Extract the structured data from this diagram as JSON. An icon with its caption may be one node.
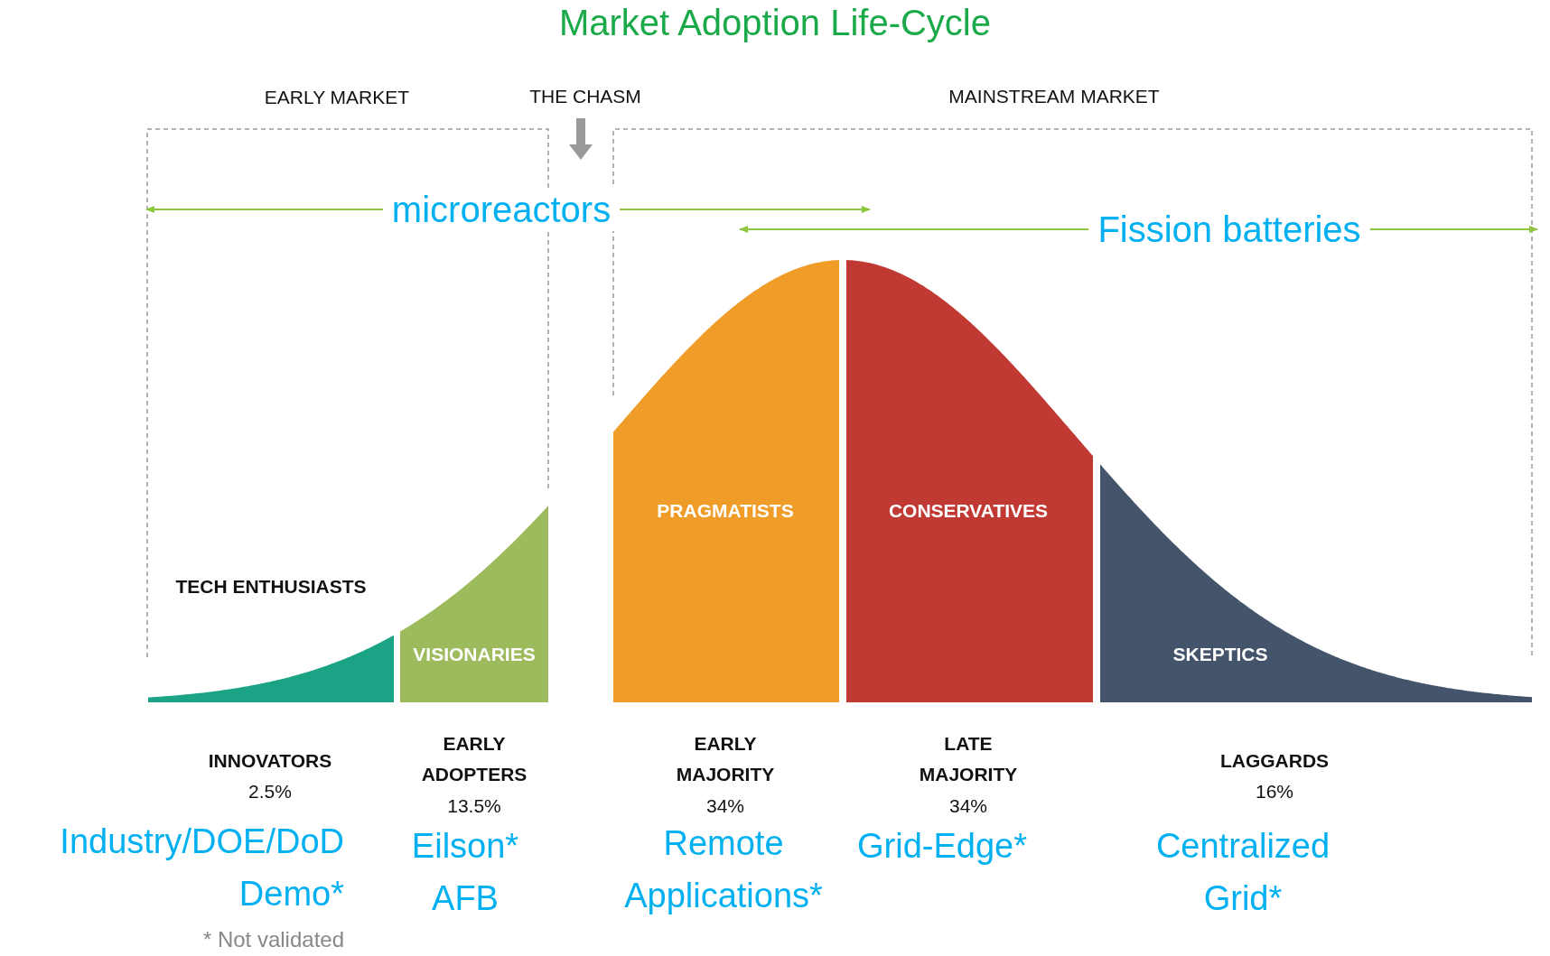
{
  "diagram": {
    "title": "Market Adoption Life-Cycle",
    "nodes": [
      {
        "text": [
          "microreactors"
        ]
      },
      {
        "text": [
          "Fission batteries"
        ]
      },
      {
        "text": [
          "TECH ENTHUSIASTS"
        ]
      },
      {
        "text": [
          "VISIONARIES"
        ]
      },
      {
        "text": [
          "PRAGMATISTS"
        ]
      },
      {
        "text": [
          "CONSERVATIVES"
        ]
      },
      {
        "text": [
          "SKEPTICS"
        ]
      }
    ],
    "edges": [
      {
        "from": 0,
        "to": null,
        "arrow": "to"
      },
      {
        "from": 0,
        "to": null,
        "arrow": "to"
      },
      {
        "from": 1,
        "to": null,
        "arrow": "to"
      },
      {
        "from": 1,
        "to": null,
        "arrow": "to"
      }
    ],
    "labels": [
      "EARLY MARKET",
      "THE CHASM",
      "MAINSTREAM MARKET",
      "INNOVATORS",
      "2.5%",
      "EARLY ADOPTERS",
      "13.5%",
      "EARLY MAJORITY",
      "34%",
      "LATE MAJORITY",
      "34%",
      "LAGGARDS",
      "16%",
      "Industry/DOE/DoD Demo*",
      "Eilson* AFB",
      "Remote Applications*",
      "Grid-Edge*",
      "Centralized Grid*",
      "* Not validated"
    ]
  }
}
